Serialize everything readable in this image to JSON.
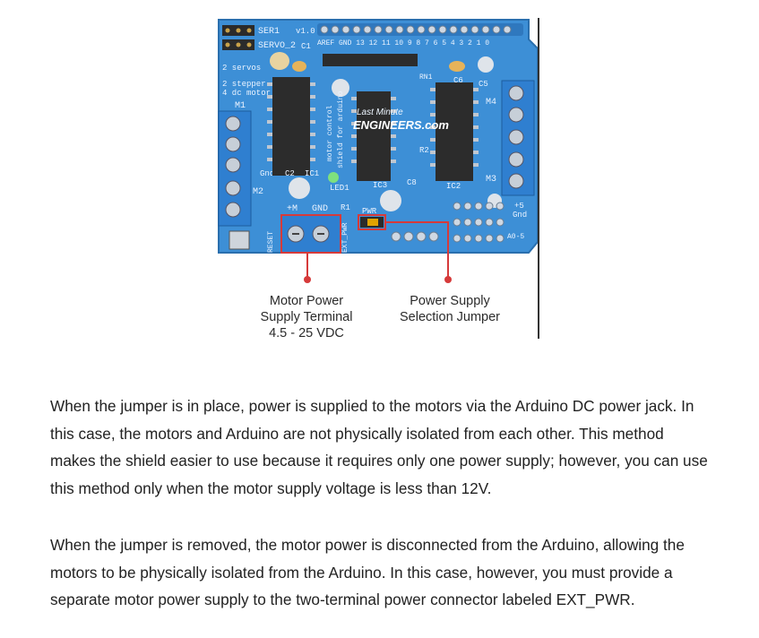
{
  "figure": {
    "board_labels": {
      "ser1": "SER1",
      "servo2": "SERVO_2",
      "version": "v1.0",
      "pins": "AREF GND 13 12 11 10 9 8 7 6 5 4 3 2 1 0",
      "servos": "2 servos",
      "steppers": "2 stepper",
      "dc_motor": "4 dc motor",
      "m1": "M1",
      "m2": "M2",
      "m3": "M3",
      "m4": "M4",
      "c1": "C1",
      "c2": "C2",
      "c5": "C5",
      "c6": "C6",
      "c8": "C8",
      "ic1": "IC1",
      "ic2": "IC2",
      "ic3": "IC3",
      "rn1": "RN1",
      "r1": "R1",
      "r2": "R2",
      "led1": "LED1",
      "gnd_side": "Gnd",
      "plus_m": "+M",
      "gnd": "GND",
      "pwr": "PWR",
      "ext_pwr": "EXT_PWR",
      "reset": "RESET",
      "plus5": "+5",
      "gnd_right": "Gnd",
      "a0_5": "A0-5",
      "motor_control": "motor control",
      "shield_for_arduino": "shield for arduino",
      "watermark_top": "Last Minute",
      "watermark_main": "ENGINEERS.com"
    },
    "colors": {
      "board": "#3d8fd6",
      "board_dark": "#2e73b5",
      "terminal": "#2f7fd0",
      "chip": "#2c2c2c",
      "pointer": "#d63a3a"
    },
    "callouts": {
      "motor_supply": [
        "Motor Power",
        "Supply Terminal",
        "4.5 - 25 VDC"
      ],
      "power_jumper": [
        "Power Supply",
        "Selection Jumper"
      ]
    }
  },
  "paragraphs": [
    "When the jumper is in place, power is supplied to the motors via the Arduino DC power jack. In this case, the motors and Arduino are not physically isolated from each other. This method makes the shield easier to use because it requires only one power supply; however, you can use this method only when the motor supply voltage is less than 12V.",
    "When the jumper is removed, the motor power is disconnected from the Arduino, allowing the motors to be physically isolated from the Arduino. In this case, however, you must provide a separate motor power supply to the two-terminal power connector labeled EXT_PWR."
  ]
}
